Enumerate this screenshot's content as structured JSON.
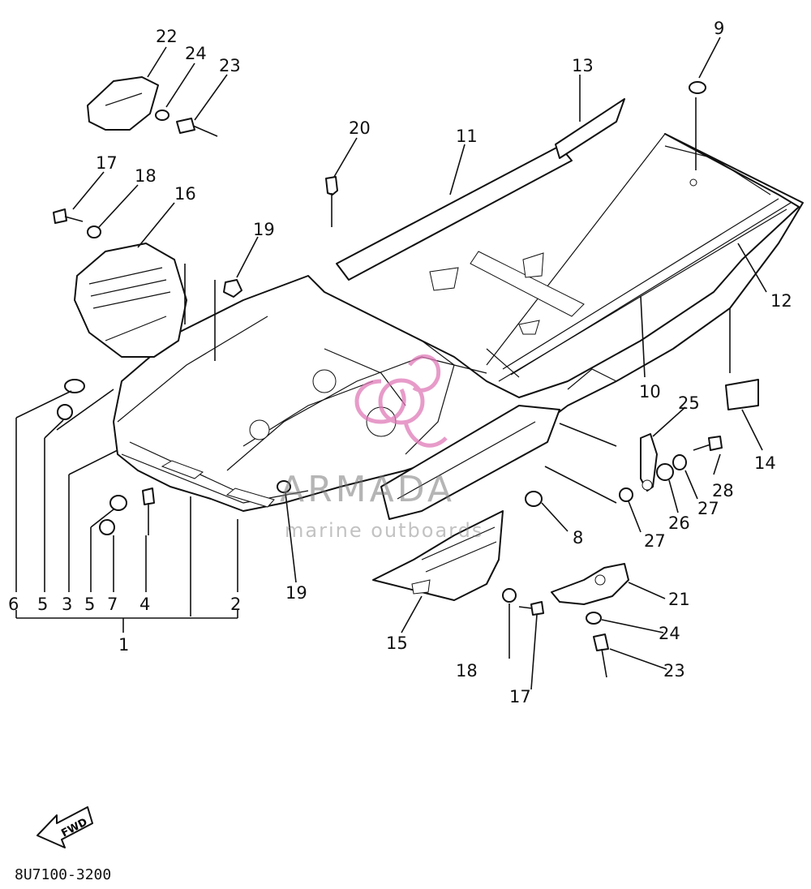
{
  "diagram": {
    "callouts": {
      "c1": "1",
      "c2": "2",
      "c3": "3",
      "c4": "4",
      "c5a": "5",
      "c5b": "5",
      "c6": "6",
      "c7": "7",
      "c8": "8",
      "c9": "9",
      "c10": "10",
      "c11": "11",
      "c12": "12",
      "c13": "13",
      "c14": "14",
      "c15": "15",
      "c16": "16",
      "c17a": "17",
      "c17b": "17",
      "c18a": "18",
      "c18b": "18",
      "c19a": "19",
      "c19b": "19",
      "c20": "20",
      "c21": "21",
      "c22": "22",
      "c23a": "23",
      "c23b": "23",
      "c24a": "24",
      "c24b": "24",
      "c25": "25",
      "c26": "26",
      "c27a": "27",
      "c27b": "27",
      "c28": "28"
    },
    "fwd_label": "FWD",
    "part_code": "8U7100-3200"
  },
  "watermark": {
    "title": "ARMADA",
    "subtitle": "marine outboards",
    "logo_color": "#e07ab8"
  }
}
